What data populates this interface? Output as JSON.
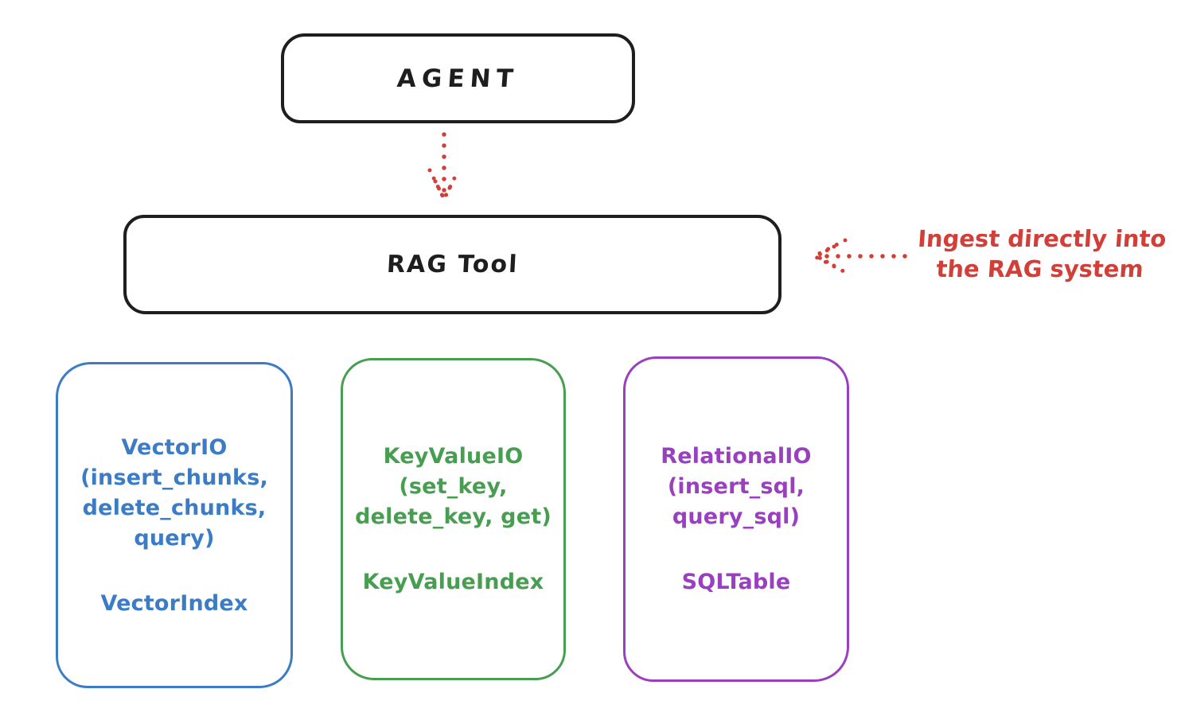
{
  "colors": {
    "stroke_black": "#1e1e1e",
    "accent_red": "#d23f38",
    "vector_blue": "#3b7cc4",
    "keyvalue_green": "#479e50",
    "relational_purple": "#9a3fc0",
    "background": "#ffffff"
  },
  "agent_box": {
    "label": "AGENT"
  },
  "rag_tool_box": {
    "label": "RAG Tool"
  },
  "annotation": {
    "line1": "Ingest directly into",
    "line2": "the RAG system"
  },
  "backend_boxes": [
    {
      "id": "vector-io",
      "color": "#3b7cc4",
      "lines": [
        "VectorIO",
        "(insert_chunks,",
        "delete_chunks,",
        "query)"
      ],
      "index_label": "VectorIndex"
    },
    {
      "id": "keyvalue-io",
      "color": "#479e50",
      "lines": [
        "KeyValueIO",
        "(set_key,",
        "delete_key, get)"
      ],
      "index_label": "KeyValueIndex"
    },
    {
      "id": "relational-io",
      "color": "#9a3fc0",
      "lines": [
        "RelationalIO",
        "(insert_sql,",
        "query_sql)"
      ],
      "index_label": "SQLTable"
    }
  ]
}
